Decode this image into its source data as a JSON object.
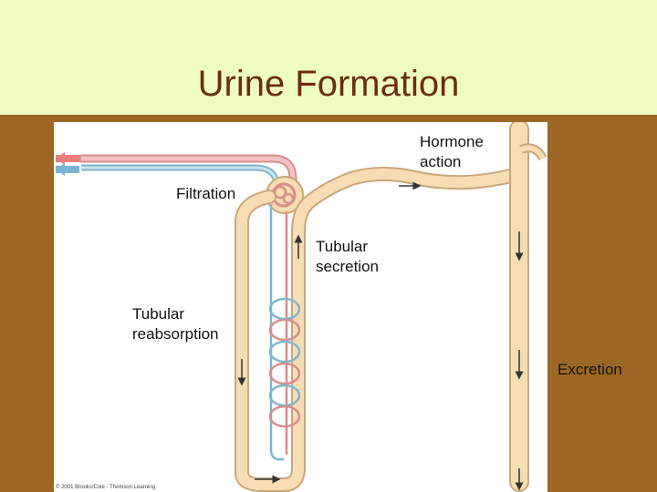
{
  "slide": {
    "title": "Urine Formation"
  },
  "labels": {
    "hormone_action": [
      "Hormone",
      "action"
    ],
    "filtration": "Filtration",
    "tubular_secretion": [
      "Tubular",
      "secretion"
    ],
    "tubular_reabsorption": [
      "Tubular",
      "reabsorption"
    ],
    "excretion": "Excretion"
  },
  "credit": "© 2001 Brooks/Cole - Thomson Learning",
  "colors": {
    "header_bg": "#eefcc1",
    "slide_bg": "#9c6724",
    "title_text": "#6b2d12",
    "tubule": "#f7ddb3",
    "tubule_edge": "#c9a77a",
    "artery": "#e9a3a1",
    "vein": "#9ecfe0"
  }
}
